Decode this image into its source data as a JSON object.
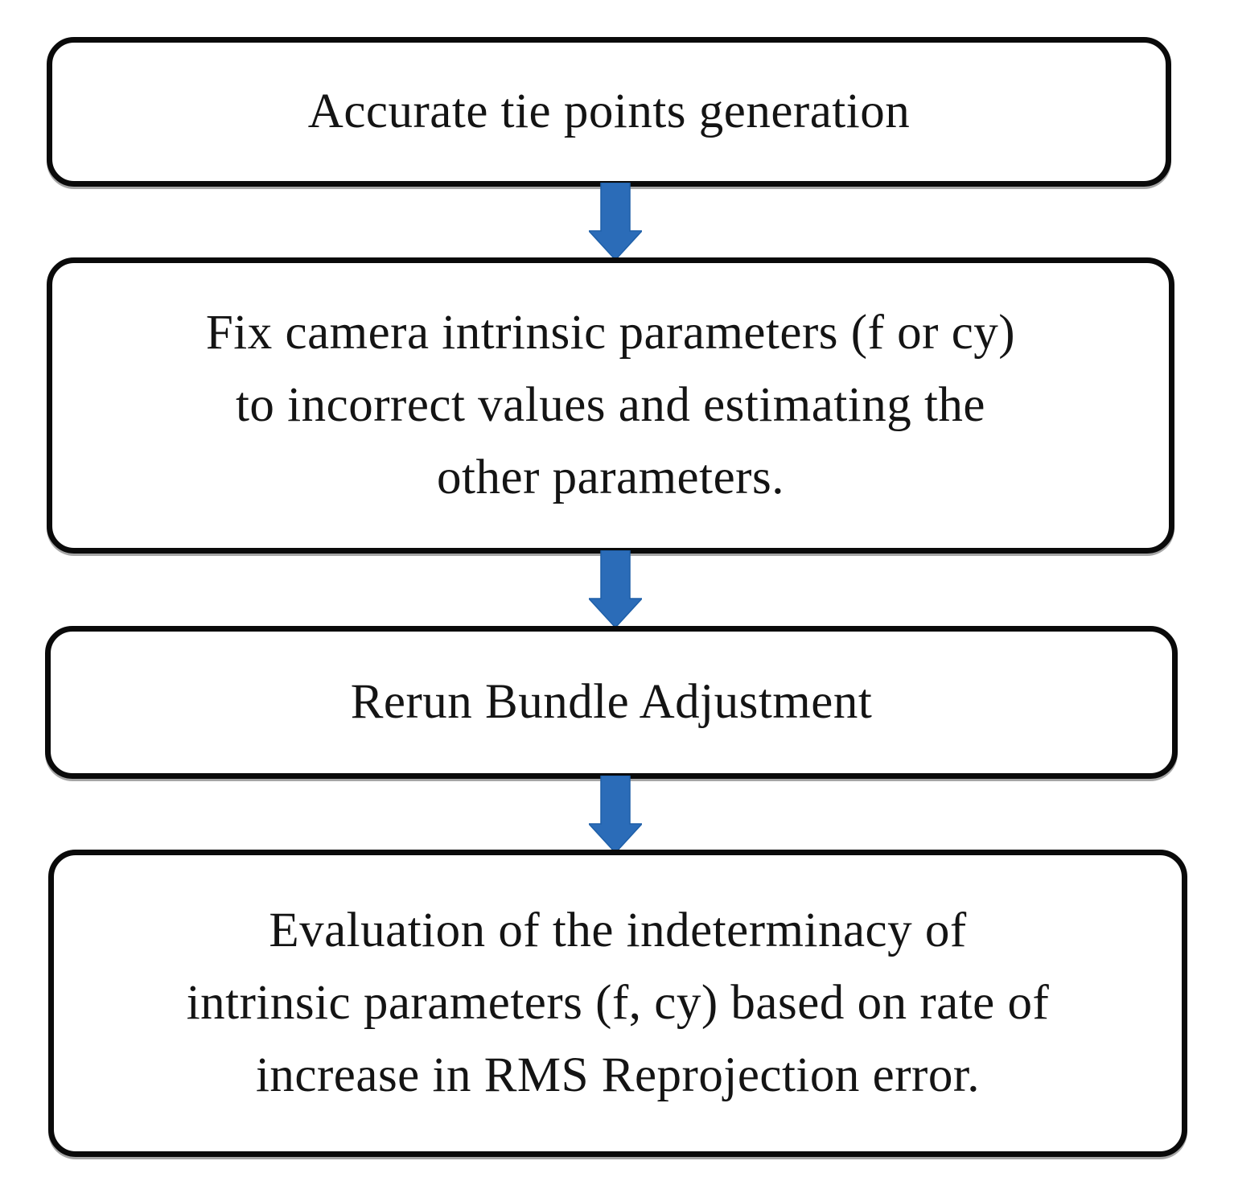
{
  "page": {
    "background_color": "#ffffff"
  },
  "diagram": {
    "type": "flowchart",
    "direction": "top-down",
    "arrow_color": "#2B6CB8",
    "box_border_color": "#0a0a0a",
    "box_fill_color": "#ffffff",
    "text_color": "#141414",
    "steps": [
      {
        "id": 1,
        "text": "Accurate tie points generation",
        "lines": [
          "Accurate tie points generation"
        ]
      },
      {
        "id": 2,
        "text": "Fix camera intrinsic parameters (f or cy) to incorrect values and estimating the other parameters.",
        "lines": [
          "Fix camera intrinsic parameters (f or cy)",
          "to incorrect values and estimating the",
          "other parameters."
        ]
      },
      {
        "id": 3,
        "text": "Rerun Bundle Adjustment",
        "lines": [
          "Rerun Bundle Adjustment"
        ]
      },
      {
        "id": 4,
        "text": "Evaluation of the indeterminacy of intrinsic parameters (f, cy) based on rate of increase in RMS Reprojection error.",
        "lines": [
          "Evaluation of the indeterminacy of",
          "intrinsic parameters (f, cy) based on rate of",
          "increase in RMS Reprojection error."
        ]
      }
    ],
    "connectors": [
      {
        "from": 1,
        "to": 2,
        "icon": "down-arrow-icon"
      },
      {
        "from": 2,
        "to": 3,
        "icon": "down-arrow-icon"
      },
      {
        "from": 3,
        "to": 4,
        "icon": "down-arrow-icon"
      }
    ]
  }
}
